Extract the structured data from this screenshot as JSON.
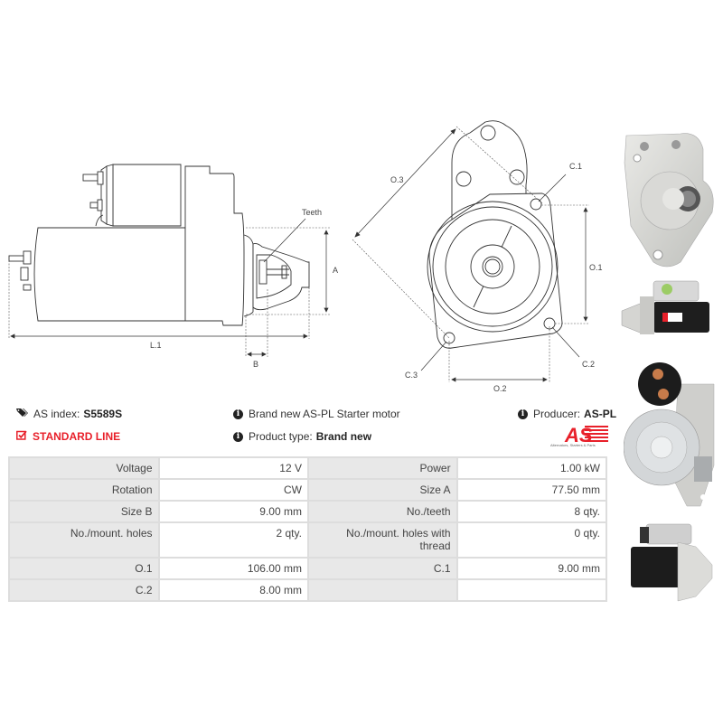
{
  "diagrams": {
    "side_view": {
      "labels": {
        "teeth": "Teeth",
        "a": "A",
        "b": "B",
        "l1": "L.1"
      }
    },
    "front_view": {
      "labels": {
        "c1": "C.1",
        "c2": "C.2",
        "c3": "C.3",
        "o1": "O.1",
        "o2": "O.2",
        "o3": "O.3"
      }
    }
  },
  "info": {
    "as_index_label": "AS index:",
    "as_index_value": "S5589S",
    "line_label": "STANDARD LINE",
    "description": "Brand new AS-PL Starter motor",
    "product_type_label": "Product type:",
    "product_type_value": "Brand new",
    "producer_label": "Producer:",
    "producer_value": "AS-PL"
  },
  "logo": {
    "text": "AS",
    "tagline": "Alternators, Starters & Parts"
  },
  "colors": {
    "accent_red": "#e8202a",
    "label_bg": "#e8e8e8",
    "border": "#dddddd"
  },
  "specs": {
    "rows": [
      [
        {
          "label": "Voltage",
          "value": "12 V"
        },
        {
          "label": "Power",
          "value": "1.00 kW"
        }
      ],
      [
        {
          "label": "Rotation",
          "value": "CW"
        },
        {
          "label": "Size A",
          "value": "77.50 mm"
        }
      ],
      [
        {
          "label": "Size B",
          "value": "9.00 mm"
        },
        {
          "label": "No./teeth",
          "value": "8 qty."
        }
      ],
      [
        {
          "label": "No./mount. holes",
          "value": "2 qty."
        },
        {
          "label": "No./mount. holes with thread",
          "value": "0 qty."
        }
      ],
      [
        {
          "label": "O.1",
          "value": "106.00 mm"
        },
        {
          "label": "C.1",
          "value": "9.00 mm"
        }
      ],
      [
        {
          "label": "C.2",
          "value": "8.00 mm"
        },
        {
          "label": "",
          "value": ""
        }
      ]
    ]
  }
}
